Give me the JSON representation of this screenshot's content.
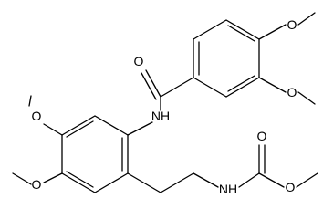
{
  "molecule": {
    "atom_labels": {
      "o_methoxy_4": "O",
      "o_methyl_4": "",
      "o_methoxy_3": "O",
      "o_methyl_3": "",
      "o_carbonyl_amide": "O",
      "nh_amide": "NH",
      "o_methoxy_left_upper": "O",
      "o_methoxy_left_lower": "O",
      "o_carbonyl_carbamate": "O",
      "nh_carbamate": "NH",
      "o_ester_carbamate": "O"
    }
  }
}
